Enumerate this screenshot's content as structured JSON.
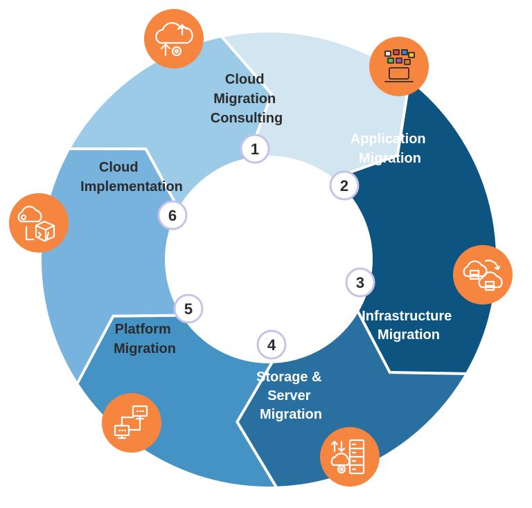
{
  "colors": {
    "seg1": "#d2e6f1",
    "seg2": "#0e5480",
    "seg3": "#296fa0",
    "seg4": "#4592c4",
    "seg5": "#78b3de",
    "seg6": "#9ccbe8",
    "badge": "#f5853f",
    "number_ring": "#c7c2e8"
  },
  "steps": [
    {
      "number": "1",
      "lines": [
        "Cloud",
        "Migration",
        "Consulting"
      ],
      "icon": "cloud-upload-gear-icon"
    },
    {
      "number": "2",
      "lines": [
        "Application",
        "Migration"
      ],
      "icon": "apps-laptop-icon"
    },
    {
      "number": "3",
      "lines": [
        "Infrastructure",
        "Migration"
      ],
      "icon": "cloud-server-transfer-icon"
    },
    {
      "number": "4",
      "lines": [
        "Storage &",
        "Server",
        "Migration"
      ],
      "icon": "server-cloud-gear-icon"
    },
    {
      "number": "5",
      "lines": [
        "Platform",
        "Migration"
      ],
      "icon": "connected-computers-icon"
    },
    {
      "number": "6",
      "lines": [
        "Cloud",
        "Implementation"
      ],
      "icon": "cloud-code-cube-icon"
    }
  ]
}
